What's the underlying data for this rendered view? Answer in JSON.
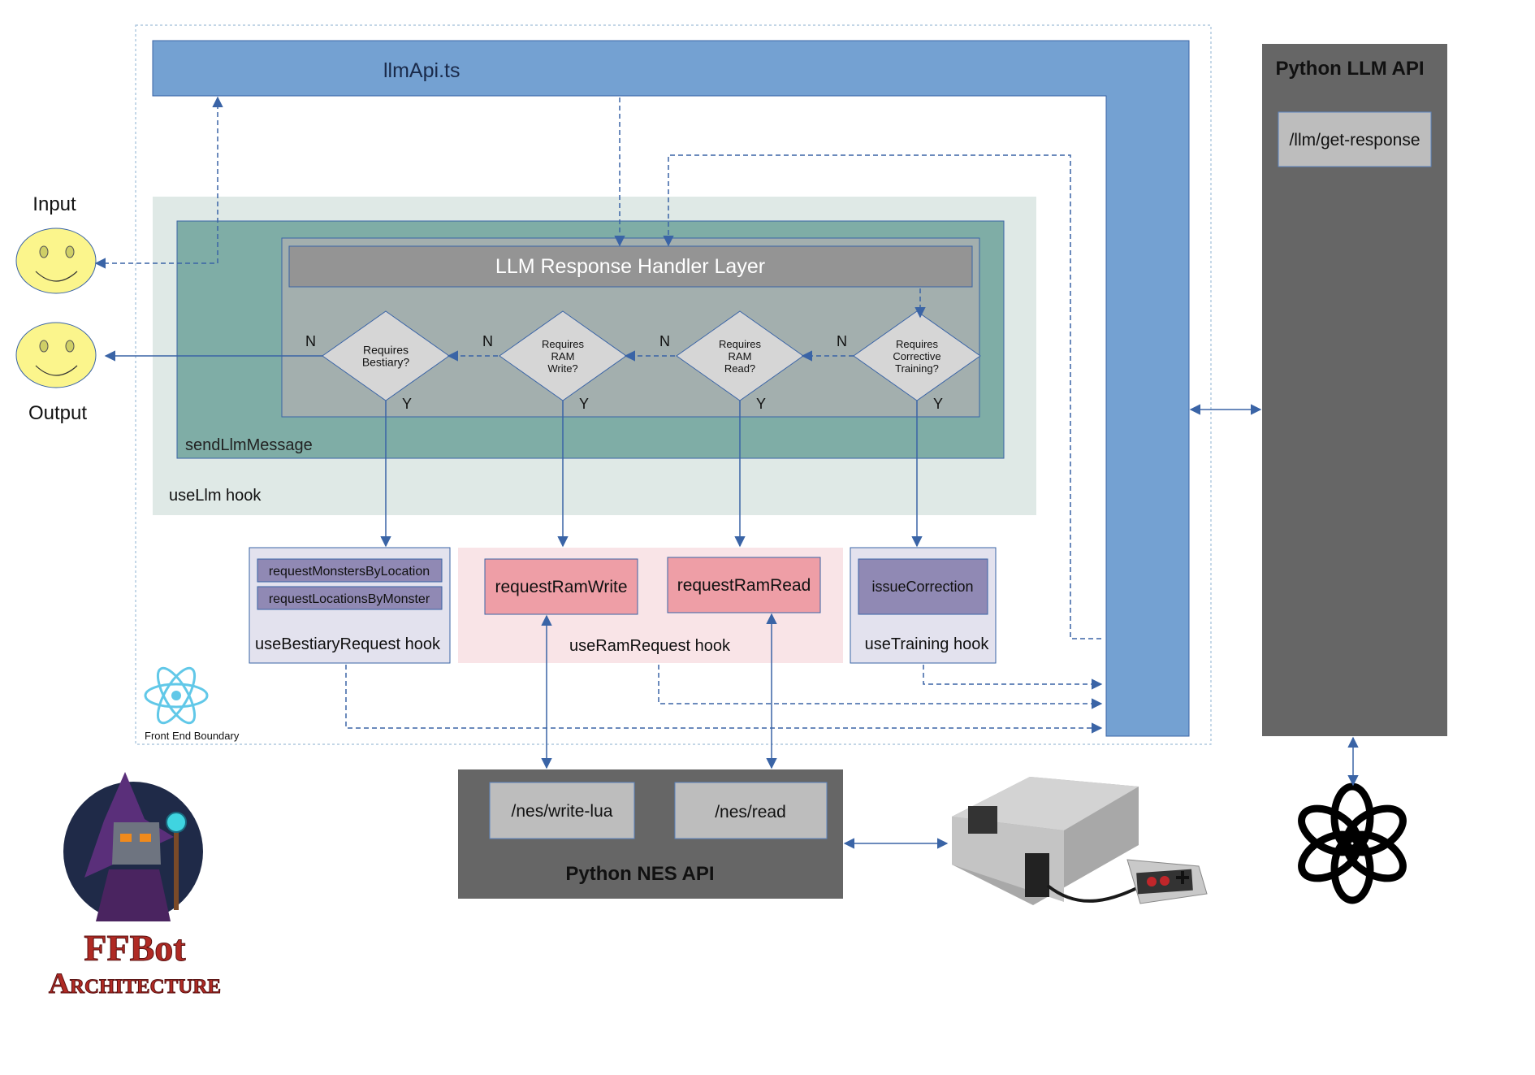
{
  "llm_api_label": "llmApi.ts",
  "python_llm_api": {
    "title": "Python LLM API",
    "endpoint": "/llm/get-response"
  },
  "python_nes_api": {
    "title": "Python NES API",
    "endpoints": [
      "/nes/write-lua",
      "/nes/read"
    ]
  },
  "user": {
    "input_label": "Input",
    "output_label": "Output"
  },
  "handler_layer_label": "LLM Response Handler Layer",
  "send_llm_message_label": "sendLlmMessage",
  "use_llm_hook_label": "useLlm hook",
  "decisions": [
    {
      "lines": [
        "Requires",
        "Bestiary?"
      ],
      "no": "N",
      "yes": "Y"
    },
    {
      "lines": [
        "Requires",
        "RAM",
        "Write?"
      ],
      "no": "N",
      "yes": "Y"
    },
    {
      "lines": [
        "Requires",
        "RAM",
        "Read?"
      ],
      "no": "N",
      "yes": "Y"
    },
    {
      "lines": [
        "Requires",
        "Corrective",
        "Training?"
      ],
      "no": "N",
      "yes": "Y"
    }
  ],
  "bestiary_hook": {
    "label": "useBestiaryRequest hook",
    "functions": [
      "requestMonstersByLocation",
      "requestLocationsByMonster"
    ]
  },
  "ram_hook": {
    "label": "useRamRequest hook",
    "functions": [
      "requestRamWrite",
      "requestRamRead"
    ]
  },
  "training_hook": {
    "label": "useTraining hook",
    "functions": [
      "issueCorrection"
    ]
  },
  "front_end_boundary_label": "Front End Boundary",
  "logo": {
    "line1": "FFBot",
    "line2": "Architecture"
  },
  "colors": {
    "api_blue": "#74a1d2",
    "python_gray": "#666666",
    "endpoint_gray": "#bdbdbd",
    "hook_outer": "#dfe9e6",
    "send_teal": "#7fada6",
    "handler_gray": "#a3afae",
    "handler_title": "#949494",
    "diamond": "#d6d6d6",
    "ram_hook_bg": "#f9e4e7",
    "ram_fn": "#ee9ea6",
    "purple_hook_bg": "#e3e2ee",
    "purple_fn": "#9089b4",
    "arrow": "#3a64a6",
    "smiley": "#fbf58c",
    "logo_red": "#b02a24"
  }
}
